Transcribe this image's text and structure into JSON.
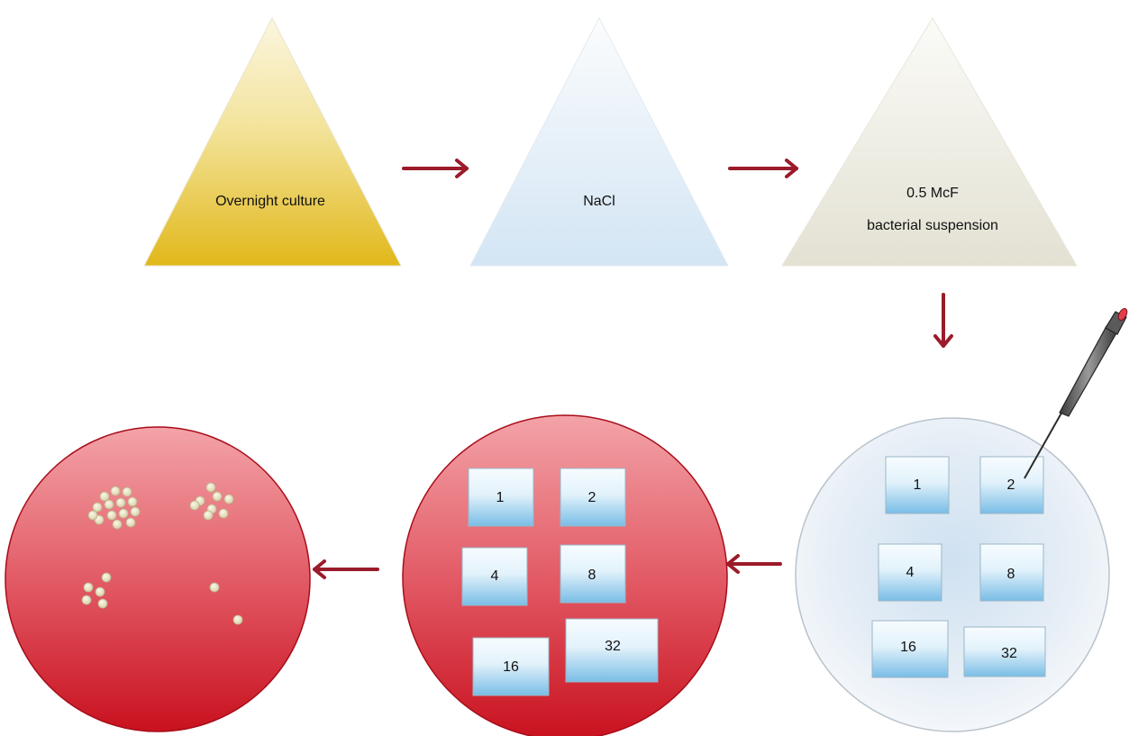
{
  "flasks": [
    {
      "label_lines": [
        "Overnight culture"
      ]
    },
    {
      "label_lines": [
        "NaCl"
      ]
    },
    {
      "label_lines": [
        "0.5 McF",
        "bacterial suspension"
      ]
    }
  ],
  "plate_dilutions": [
    "1",
    "2",
    "4",
    "8",
    "16",
    "32"
  ],
  "colors": {
    "arrow": "#9b1b2a",
    "flask_culture": "#e8c21f",
    "flask_nacl": "#dce9f5",
    "flask_suspension": "#e8e6da",
    "plate_blood_agar": "#d3202f",
    "plate_suspension": "#dde7f1",
    "square_top": "#f5fbff",
    "square_bottom": "#7fc0e6",
    "colony": "#e8e2c6"
  }
}
